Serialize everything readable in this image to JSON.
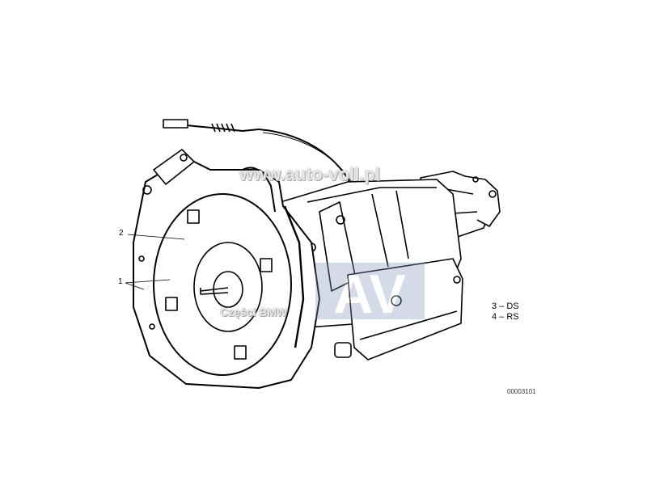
{
  "diagram": {
    "callouts": [
      {
        "number": "1"
      },
      {
        "number": "2"
      }
    ],
    "legend": [
      {
        "text": "3 – DS"
      },
      {
        "text": "4 – RS"
      }
    ],
    "part_number": "00003101"
  },
  "watermark": {
    "url": "www.auto-voll.pl",
    "caption": "Części BMW",
    "logo": "AV"
  }
}
